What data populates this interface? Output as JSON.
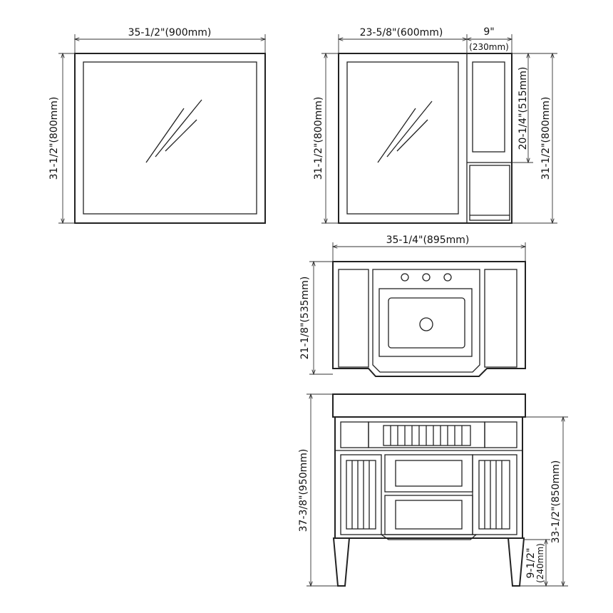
{
  "mirror": {
    "width_label": "35-1/2\"(900mm)",
    "height_label": "31-1/2\"(800mm)"
  },
  "mirror_cabinet": {
    "mirror_width_label": "23-5/8\"(600mm)",
    "cabinet_width_in": "9\"",
    "cabinet_width_mm": "(230mm)",
    "door_height_label": "20-1/4\"(515mm)",
    "total_height_label": "31-1/2\"(800mm)",
    "left_height_label": "31-1/2\"(800mm)"
  },
  "vanity_top": {
    "width_label": "35-1/4\"(895mm)",
    "depth_label": "21-1/8\"(535mm)"
  },
  "vanity_front": {
    "total_height_label": "37-3/8\"(950mm)",
    "cabinet_height_label": "33-1/2\"(850mm)",
    "leg_height_in": "9-1/2\"",
    "leg_height_mm": "(240mm)"
  }
}
